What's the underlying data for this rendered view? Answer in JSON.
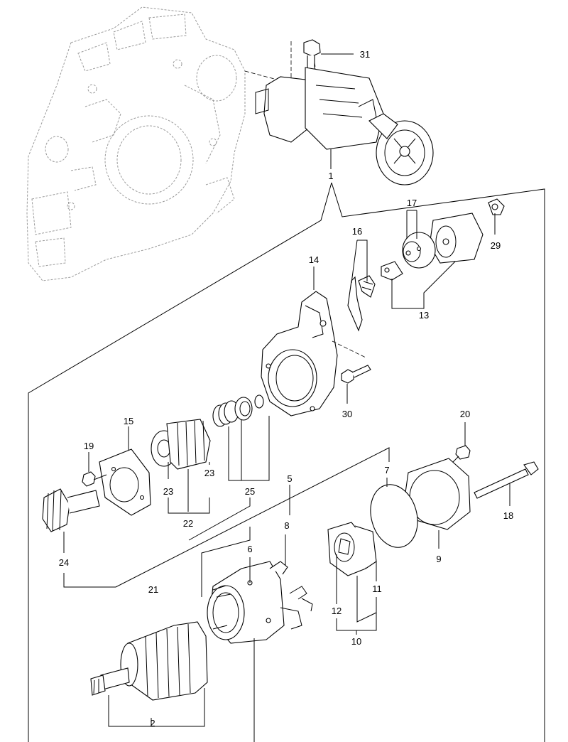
{
  "labels": {
    "p1": "1",
    "p2": "2",
    "p5": "5",
    "p6": "6",
    "p7": "7",
    "p8": "8",
    "p9": "9",
    "p10": "10",
    "p11": "11",
    "p12": "12",
    "p13": "13",
    "p14": "14",
    "p15": "15",
    "p16": "16",
    "p17": "17",
    "p18": "18",
    "p19": "19",
    "p20": "20",
    "p21": "21",
    "p22": "22",
    "p23a": "23",
    "p23b": "23",
    "p24": "24",
    "p25": "25",
    "p29": "29",
    "p30": "30",
    "p31": "31"
  }
}
